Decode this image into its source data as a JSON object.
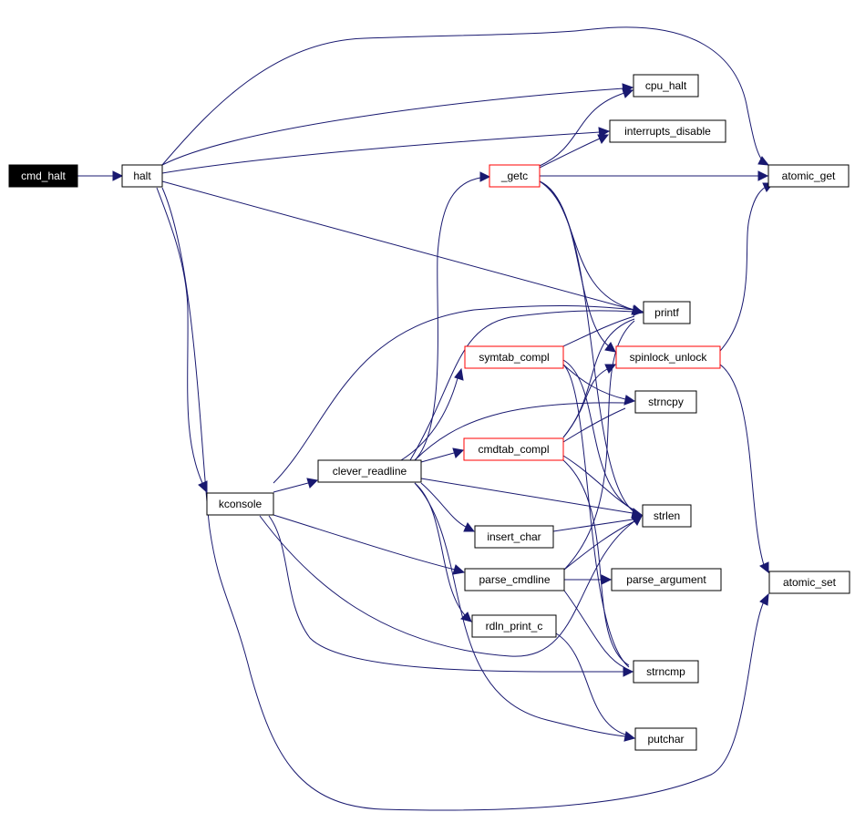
{
  "colors": {
    "edge": "#191970",
    "highlight_border": "#ff0000",
    "root_fill": "#000000"
  },
  "nodes": {
    "cmd_halt": "cmd_halt",
    "halt": "halt",
    "cpu_halt": "cpu_halt",
    "interrupts_disable": "interrupts_disable",
    "getc": "_getc",
    "atomic_get": "atomic_get",
    "printf": "printf",
    "symtab_compl": "symtab_compl",
    "spinlock_unlock": "spinlock_unlock",
    "strncpy": "strncpy",
    "cmdtab_compl": "cmdtab_compl",
    "clever_readline": "clever_readline",
    "kconsole": "kconsole",
    "strlen": "strlen",
    "insert_char": "insert_char",
    "parse_cmdline": "parse_cmdline",
    "parse_argument": "parse_argument",
    "atomic_set": "atomic_set",
    "rdln_print_c": "rdln_print_c",
    "strncmp": "strncmp",
    "putchar": "putchar"
  }
}
